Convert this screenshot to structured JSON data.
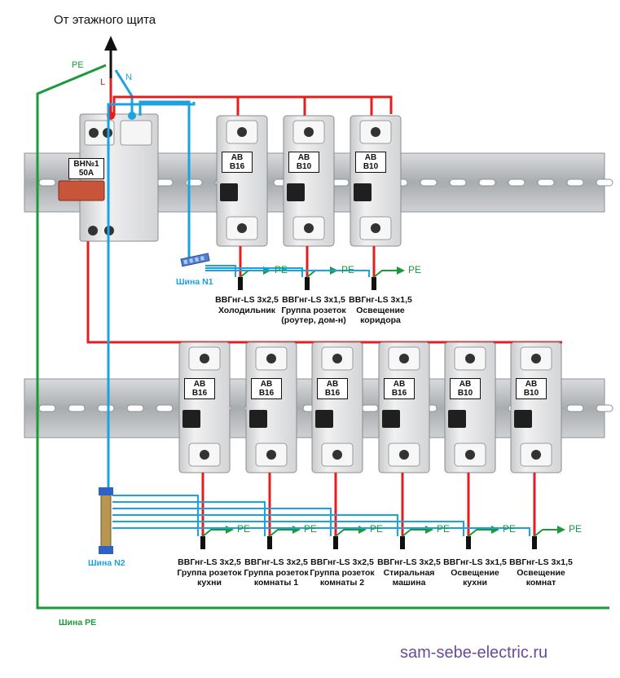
{
  "title": "От этажного щита",
  "colors": {
    "phase": "#e41e1e",
    "neutral": "#1aa3e0",
    "pe": "#1a9a3a",
    "rail": "#b9bcbf",
    "breaker": "#e6e7e8",
    "handle": "#c8553a"
  },
  "labels": {
    "pe": "PE",
    "l": "L",
    "n": "N",
    "bus_n1": "Шина N1",
    "bus_n2": "Шина N2",
    "bus_pe": "Шина PE",
    "watermark": "sam-sebe-electric.ru"
  },
  "main_switch": {
    "line1": "ВН№1",
    "line2": "50A"
  },
  "row1": [
    {
      "type": "АВ",
      "rating": "В16",
      "cable": "ВВГнг-LS 3х2,5",
      "desc1": "Холодильник",
      "desc2": "",
      "pe": "PE"
    },
    {
      "type": "АВ",
      "rating": "В10",
      "cable": "ВВГнг-LS 3х1,5",
      "desc1": "Группа розеток",
      "desc2": "(роутер, дом-н)",
      "pe": "PE"
    },
    {
      "type": "АВ",
      "rating": "В10",
      "cable": "ВВГнг-LS 3х1,5",
      "desc1": "Освещение",
      "desc2": "коридора",
      "pe": "PE"
    }
  ],
  "row2": [
    {
      "type": "АВ",
      "rating": "В16",
      "cable": "ВВГнг-LS 3х2,5",
      "desc1": "Группа розеток",
      "desc2": "кухни",
      "pe": "PE"
    },
    {
      "type": "АВ",
      "rating": "В16",
      "cable": "ВВГнг-LS 3х2,5",
      "desc1": "Группа розеток",
      "desc2": "комнаты 1",
      "pe": "PE"
    },
    {
      "type": "АВ",
      "rating": "В16",
      "cable": "ВВГнг-LS 3х2,5",
      "desc1": "Группа розеток",
      "desc2": "комнаты 2",
      "pe": "PE"
    },
    {
      "type": "АВ",
      "rating": "В16",
      "cable": "ВВГнг-LS 3х2,5",
      "desc1": "Стиральная",
      "desc2": "машина",
      "pe": "PE"
    },
    {
      "type": "АВ",
      "rating": "В10",
      "cable": "ВВГнг-LS 3х1,5",
      "desc1": "Освещение",
      "desc2": "кухни",
      "pe": "PE"
    },
    {
      "type": "АВ",
      "rating": "В10",
      "cable": "ВВГнг-LS 3х1,5",
      "desc1": "Освещение",
      "desc2": "комнат",
      "pe": "PE"
    }
  ]
}
